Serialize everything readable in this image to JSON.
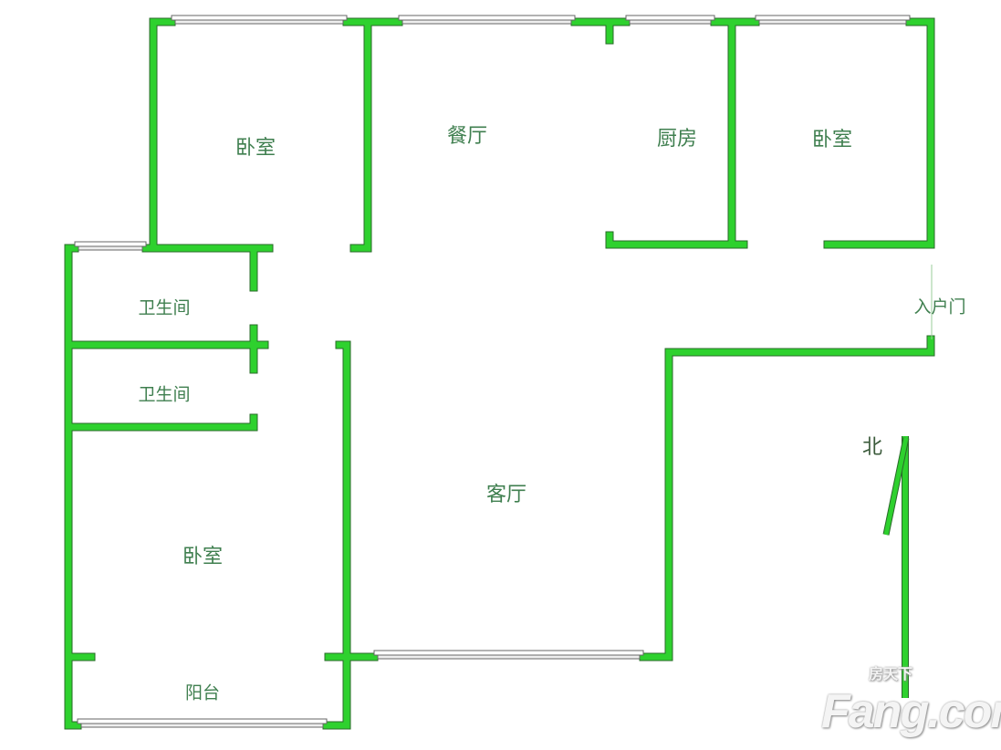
{
  "rooms": {
    "bedroom_top_left": "卧室",
    "dining": "餐厅",
    "kitchen": "厨房",
    "bedroom_top_right": "卧室",
    "entrance": "入户门",
    "bathroom_1": "卫生间",
    "bathroom_2": "卫生间",
    "living": "客厅",
    "bedroom_bottom_left": "卧室",
    "balcony": "阳台"
  },
  "compass": {
    "label": "北"
  },
  "watermark": {
    "brand": "Fang.com",
    "brand_cn": "房天下"
  },
  "colors": {
    "wall": "#2ed12e",
    "wall_edge": "#2a6a2a",
    "label": "#3f7f4f"
  }
}
